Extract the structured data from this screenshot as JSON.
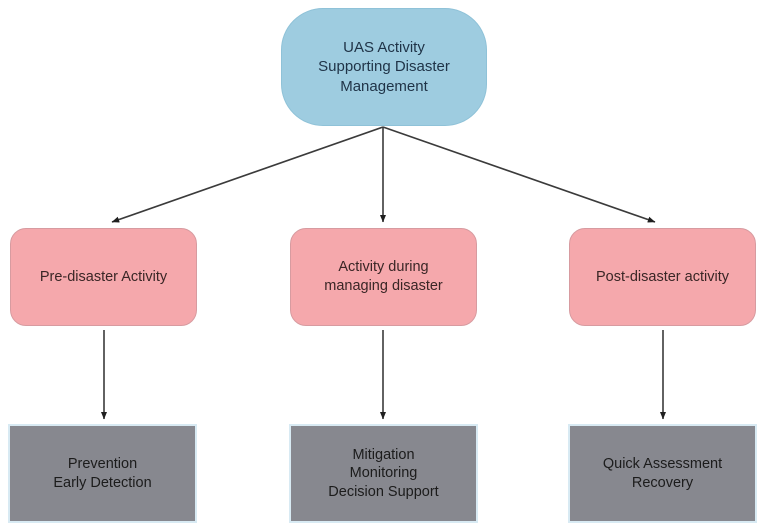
{
  "diagram": {
    "title": "UAS Activity Supporting Disaster Management hierarchy",
    "colors": {
      "root_fill": "#9ecce0",
      "branch_fill": "#f5a8ac",
      "leaf_fill": "#87888f",
      "leaf_border": "#d8eaf3",
      "edge_stroke": "#3b3b3b",
      "background": "#ffffff"
    },
    "root": {
      "label": "UAS Activity\nSupporting Disaster\nManagement"
    },
    "branches": [
      {
        "label": "Pre-disaster Activity",
        "leaf": "Prevention\nEarly Detection"
      },
      {
        "label": "Activity during\nmanaging disaster",
        "leaf": "Mitigation\nMonitoring\nDecision Support"
      },
      {
        "label": "Post-disaster activity",
        "leaf": "Quick Assessment\nRecovery"
      }
    ]
  }
}
